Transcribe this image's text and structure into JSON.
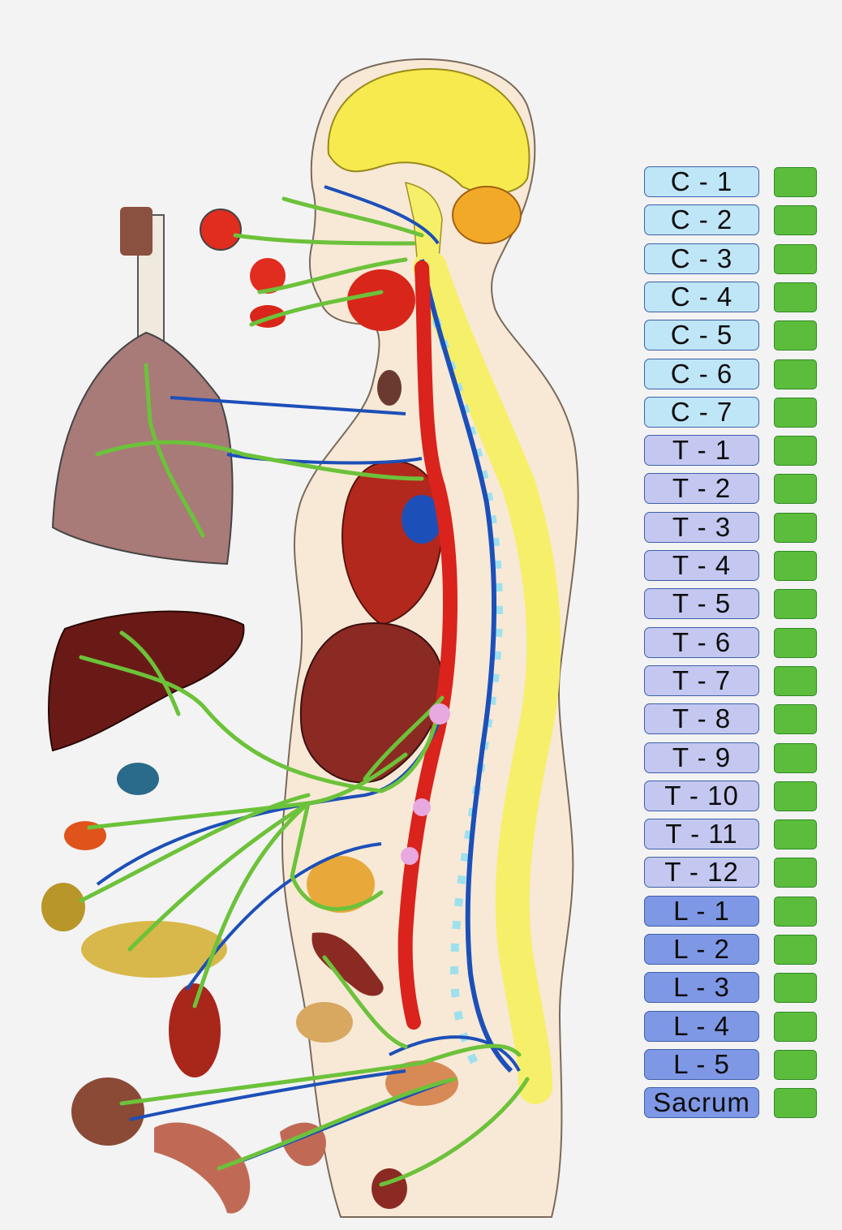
{
  "legend": [
    {
      "label": "C - 1",
      "region": "cervical"
    },
    {
      "label": "C - 2",
      "region": "cervical"
    },
    {
      "label": "C - 3",
      "region": "cervical"
    },
    {
      "label": "C - 4",
      "region": "cervical"
    },
    {
      "label": "C - 5",
      "region": "cervical"
    },
    {
      "label": "C - 6",
      "region": "cervical"
    },
    {
      "label": "C - 7",
      "region": "cervical"
    },
    {
      "label": "T - 1",
      "region": "thoracic"
    },
    {
      "label": "T - 2",
      "region": "thoracic"
    },
    {
      "label": "T - 3",
      "region": "thoracic"
    },
    {
      "label": "T - 4",
      "region": "thoracic"
    },
    {
      "label": "T - 5",
      "region": "thoracic"
    },
    {
      "label": "T - 6",
      "region": "thoracic"
    },
    {
      "label": "T - 7",
      "region": "thoracic"
    },
    {
      "label": "T - 8",
      "region": "thoracic"
    },
    {
      "label": "T - 9",
      "region": "thoracic"
    },
    {
      "label": "T - 10",
      "region": "thoracic"
    },
    {
      "label": "T - 11",
      "region": "thoracic"
    },
    {
      "label": "T - 12",
      "region": "thoracic"
    },
    {
      "label": "L - 1",
      "region": "lumbar"
    },
    {
      "label": "L - 2",
      "region": "lumbar"
    },
    {
      "label": "L - 3",
      "region": "lumbar"
    },
    {
      "label": "L - 4",
      "region": "lumbar"
    },
    {
      "label": "L - 5",
      "region": "lumbar"
    },
    {
      "label": "Sacrum",
      "region": "sacral"
    }
  ],
  "colors": {
    "cervical_fill": "#bfe6f7",
    "thoracic_fill": "#c4c8f0",
    "lumbar_fill": "#7f98e6",
    "sacral_fill": "#7f98e6",
    "indicator": "#5cbd3c",
    "nerve": "#6cc23a",
    "vessel": "#1d4fb8",
    "aorta": "#d9231c",
    "spine": "#f6ef6a",
    "brain": "#f7ea4e",
    "body": "#f7e9d6"
  }
}
